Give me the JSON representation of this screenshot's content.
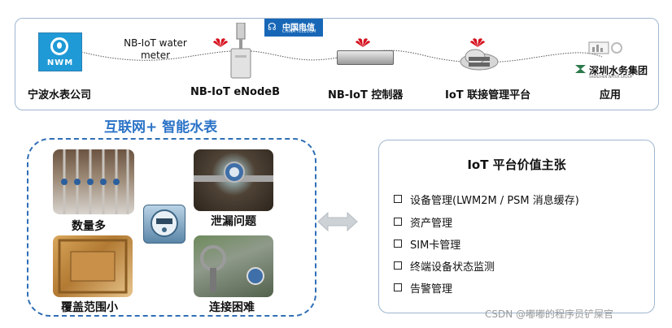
{
  "top": {
    "wave_label": "NB-IoT water meter",
    "nwm_logo_text": "NWM",
    "telecom_logo_cn": "中国电信",
    "telecom_logo_en": "CHINA TELECOM",
    "shenzhen_logo_cn": "深圳水务集团",
    "shenzhen_logo_en": "SHENZHEN WATER GROUP",
    "nodes": [
      {
        "label": "宁波水表公司"
      },
      {
        "label": "NB-IoT eNodeB"
      },
      {
        "label": "NB-IoT 控制器"
      },
      {
        "label": "IoT 联接管理平台"
      },
      {
        "label": "应用"
      }
    ]
  },
  "left": {
    "title": "互联网+ 智能水表",
    "photos": [
      {
        "label": "数量多"
      },
      {
        "label": "泄漏问题"
      },
      {
        "label": "覆盖范围小"
      },
      {
        "label": "连接困难"
      }
    ]
  },
  "right": {
    "title": "IoT 平台价值主张",
    "items": [
      "设备管理(LWM2M / PSM 消息缓存)",
      "资产管理",
      "SIM卡管理",
      "终端设备状态监测",
      "告警管理"
    ]
  },
  "colors": {
    "accent_blue": "#2b73c7",
    "border_blue": "#9fb6cf",
    "huawei_red": "#d6121f",
    "telecom_blue": "#1867b7"
  },
  "watermark": "CSDN @嘟嘟的程序员铲屎官"
}
